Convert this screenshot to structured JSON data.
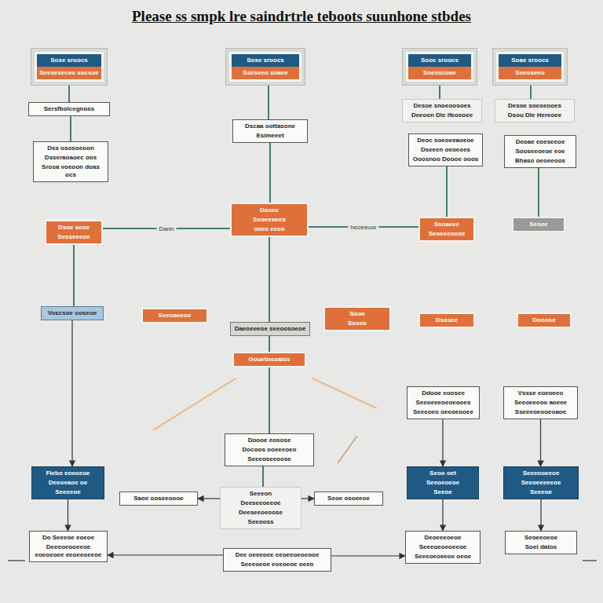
{
  "diagram": {
    "title": "Please ss smpk lre saindrtrle teboots suunhone stbdes",
    "nodes": [
      {
        "text": [
          "Sose sroocs",
          "Seeseseceu socsoe"
        ]
      },
      {
        "text": [
          "Sersfbolcegnoss"
        ]
      },
      {
        "text": [
          "Dss ososoeoon",
          "Dsseraoaoec oos",
          "Srosa voeoon doas ocs"
        ]
      },
      {
        "text": [
          "Sose sroocs",
          "Sseseeo soaee"
        ]
      },
      {
        "text": [
          "Dscaa oottasone",
          "Esimeeet"
        ]
      },
      {
        "text": [
          "Sooc sroocs",
          "Soesscoae"
        ]
      },
      {
        "text": [
          "Soae sroocs",
          "Seeoseeo"
        ]
      },
      {
        "text": [
          "Desoe snoeoosoes",
          "Deeoen Dle ifeoeoee"
        ]
      },
      {
        "text": [
          "Desoe soeoeooes",
          "Dsou Dle Hereoee"
        ]
      },
      {
        "text": [
          "Deoc soeoeeaoeoe",
          "Dseeen oeoeoes",
          "Ooosnoo Doooe ooos"
        ]
      },
      {
        "text": [
          "Deoae eoeseeoe",
          "Sooseeoeoe eoe",
          "Bhaso oeoeeoos"
        ]
      },
      {
        "text": [
          "Dsoee",
          "Seoeeseos",
          "ooee eeeo"
        ]
      },
      {
        "text": [
          "Dsoe seoe",
          "Sesseeeoe"
        ]
      },
      {
        "text": [
          "Ssoaeee",
          "Seoeeeoose"
        ]
      },
      {
        "text": [
          "Seoee"
        ]
      },
      {
        "text": [
          "Voscsoe ooseoe"
        ]
      },
      {
        "text": [
          "Seeoaeeoe"
        ]
      },
      {
        "text": [
          "Daeoeeeoe seeoosoeoe"
        ]
      },
      {
        "text": [
          "Gouetnsoaiss"
        ]
      },
      {
        "text": [
          "Sooe",
          "Ssoeo"
        ]
      },
      {
        "text": [
          "Dsosee"
        ]
      },
      {
        "text": [
          "Dooose"
        ]
      },
      {
        "text": [
          "Ddooe eoosee",
          "Seeoeeeoeoeooes",
          "Seeeoeo oeeoeooee"
        ]
      },
      {
        "text": [
          "Vssse eoeoeeo",
          "Seeoeeeoo aoeee",
          "Sseeeoeooeoaoe"
        ]
      },
      {
        "text": [
          "Doooe eosose",
          "Docoos ooeeeoeo",
          "Seeeoseeoose"
        ]
      },
      {
        "text": [
          "Seeeon",
          "Deeseeoeeoe",
          "Deeseeoeoose",
          "Seeooss"
        ]
      },
      {
        "text": [
          "Saoe ooseeoooe"
        ]
      },
      {
        "text": [
          "Seoe osoeeoe"
        ]
      },
      {
        "text": [
          "Fiebo eoeoeoe",
          "Deeoeaoe oe",
          "Seeeeoe"
        ]
      },
      {
        "text": [
          "Seoo oet",
          "Seeoeoeoe",
          "Seeoe"
        ]
      },
      {
        "text": [
          "Seeeooeeoe",
          "Seeoeeeeeoe",
          "Seeeoe"
        ]
      },
      {
        "text": [
          "Do Seeeoe eoeoe",
          "Deeeoeooeeoe eoeoeoee eeoeeoeeoe"
        ]
      },
      {
        "text": [
          "Dee oeeeoee eeoeeoeoeooe",
          "Seeeoeoe eoeoeoe oeeo"
        ]
      },
      {
        "text": [
          "Deoeeeoeoe",
          "Seeeoeoeoeeoe",
          "Seeeoeoeeoe oeoe"
        ]
      },
      {
        "text": [
          "Seoeeoeoe",
          "Soei datos"
        ]
      }
    ],
    "edges": [
      {
        "from": 0,
        "to": 1,
        "arrow": "none"
      },
      {
        "from": 1,
        "to": 2,
        "arrow": "none"
      },
      {
        "from": 3,
        "to": 4,
        "arrow": "none"
      },
      {
        "from": 4,
        "to": 11,
        "arrow": "none"
      },
      {
        "from": 5,
        "to": 7,
        "arrow": "none"
      },
      {
        "from": 6,
        "to": 8,
        "arrow": "none"
      },
      {
        "from": 9,
        "to": 13,
        "arrow": "none"
      },
      {
        "from": 10,
        "to": 14,
        "arrow": "none"
      },
      {
        "from": 11,
        "to": 12,
        "label": "Dann",
        "arrow": "none"
      },
      {
        "from": 11,
        "to": 13,
        "label": "heceeuor",
        "arrow": "none"
      },
      {
        "from": 12,
        "to": 15,
        "arrow": "none"
      },
      {
        "from": 11,
        "to": 17,
        "arrow": "none"
      },
      {
        "from": 17,
        "to": 18,
        "arrow": "none"
      },
      {
        "from": 18,
        "to": 24,
        "arrow": "none"
      },
      {
        "from": 24,
        "to": 25,
        "arrow": "none"
      },
      {
        "from": 25,
        "to": 26,
        "arrow": "to"
      },
      {
        "from": 25,
        "to": 27,
        "arrow": "to"
      },
      {
        "from": 15,
        "to": 28,
        "arrow": "to"
      },
      {
        "from": 22,
        "to": 29,
        "arrow": "to"
      },
      {
        "from": 23,
        "to": 30,
        "arrow": "to"
      },
      {
        "from": 28,
        "to": 31,
        "arrow": "to"
      },
      {
        "from": 29,
        "to": 33,
        "arrow": "to"
      },
      {
        "from": 30,
        "to": 34,
        "arrow": "to"
      },
      {
        "from": 32,
        "to": 31,
        "arrow": "to"
      },
      {
        "from": 32,
        "to": 33,
        "arrow": "to"
      }
    ]
  }
}
